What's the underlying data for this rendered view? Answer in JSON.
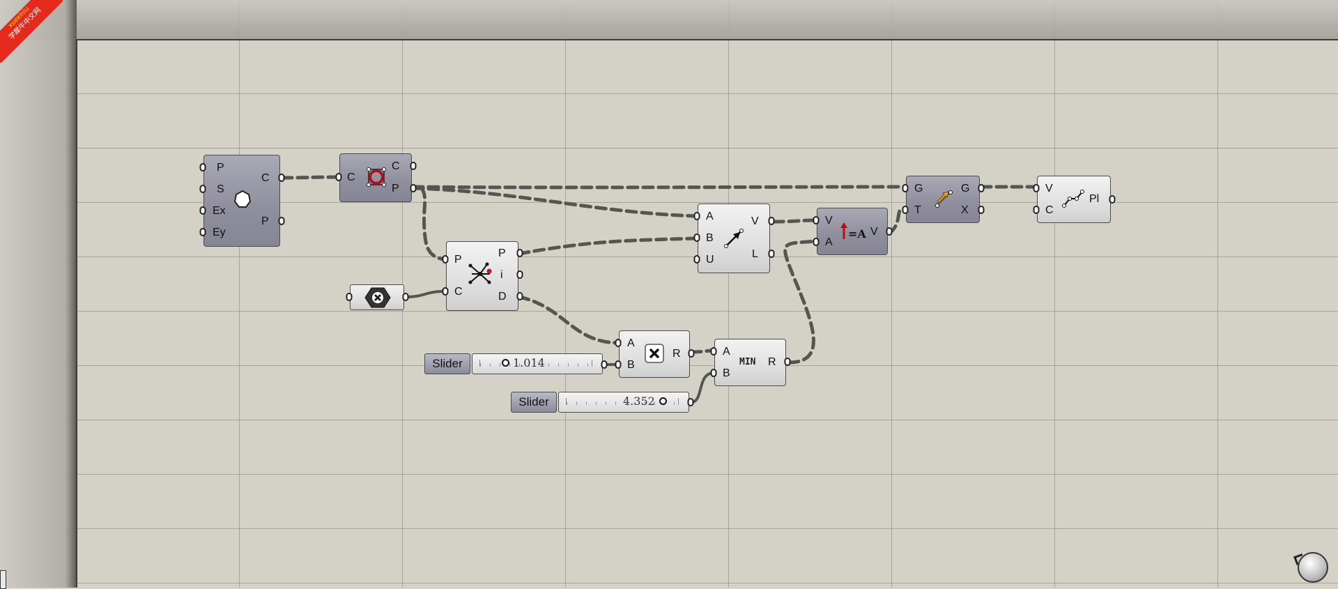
{
  "watermark": {
    "line1": "xuexiniu",
    "line2": "学犀牛中文网"
  },
  "components": {
    "polygon": {
      "inputs": [
        "P",
        "S",
        "Ex",
        "Ey"
      ],
      "outputs": [
        "C",
        "P"
      ],
      "icon": "polygon-icon"
    },
    "control_points": {
      "inputs": [
        "C"
      ],
      "outputs": [
        "C",
        "P"
      ],
      "icon": "control-points-icon"
    },
    "closest_point": {
      "inputs": [
        "P",
        "C"
      ],
      "outputs": [
        "P",
        "i",
        "D"
      ],
      "icon": "closest-point-icon"
    },
    "vector_2pt": {
      "inputs": [
        "A",
        "B",
        "U"
      ],
      "outputs": [
        "V",
        "L"
      ],
      "icon": "vector-2pt-icon"
    },
    "amplitude": {
      "inputs": [
        "V",
        "A"
      ],
      "outputs": [
        "V"
      ],
      "icon": "amplitude-icon"
    },
    "move": {
      "inputs": [
        "G",
        "T"
      ],
      "outputs": [
        "G",
        "X"
      ],
      "icon": "move-icon"
    },
    "polyline": {
      "inputs": [
        "V",
        "C"
      ],
      "outputs": [
        "Pl"
      ],
      "icon": "polyline-icon"
    },
    "multiplication": {
      "inputs": [
        "A",
        "B"
      ],
      "outputs": [
        "R"
      ],
      "icon": "multiply-icon"
    },
    "minimum": {
      "inputs": [
        "A",
        "B"
      ],
      "outputs": [
        "R"
      ],
      "icon_text": "MIN"
    },
    "param_curve": {
      "icon": "curve-param-icon"
    }
  },
  "sliders": [
    {
      "label": "Slider",
      "value": "1.014"
    },
    {
      "label": "Slider",
      "value": "4.352"
    }
  ]
}
